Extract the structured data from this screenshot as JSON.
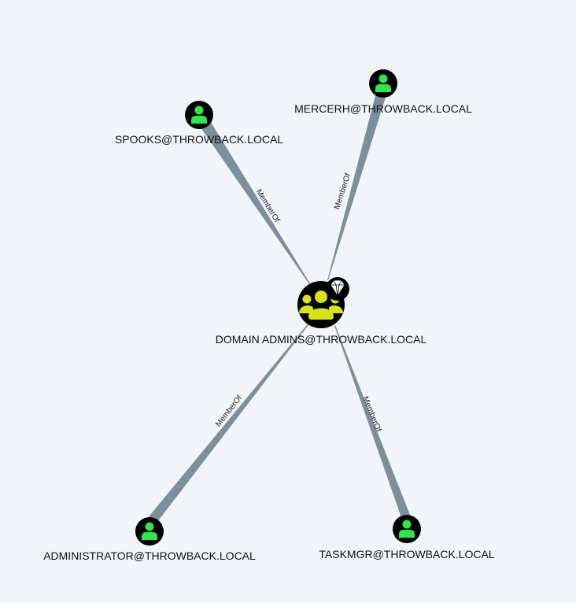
{
  "graph": {
    "center": {
      "label": "DOMAIN ADMINS@THROWBACK.LOCAL",
      "icon": "group-icon",
      "badge": "high-value-diamond-icon",
      "icon_color": "#d9e316"
    },
    "users": [
      {
        "id": "spooks",
        "label": "SPOOKS@THROWBACK.LOCAL",
        "icon": "user-icon"
      },
      {
        "id": "mercerh",
        "label": "MERCERH@THROWBACK.LOCAL",
        "icon": "user-icon"
      },
      {
        "id": "administrator",
        "label": "ADMINISTRATOR@THROWBACK.LOCAL",
        "icon": "user-icon"
      },
      {
        "id": "taskmgr",
        "label": "TASKMGR@THROWBACK.LOCAL",
        "icon": "user-icon"
      }
    ],
    "edges": [
      {
        "from": "spooks",
        "to": "center",
        "label": "MemberOf"
      },
      {
        "from": "mercerh",
        "to": "center",
        "label": "MemberOf"
      },
      {
        "from": "administrator",
        "to": "center",
        "label": "MemberOf"
      },
      {
        "from": "taskmgr",
        "to": "center",
        "label": "MemberOf"
      }
    ],
    "colors": {
      "background": "#f1f5fa",
      "edge": "#7b8f9c",
      "node_fill": "#000000",
      "user_icon": "#2ee84a",
      "group_icon": "#d9e316"
    }
  }
}
